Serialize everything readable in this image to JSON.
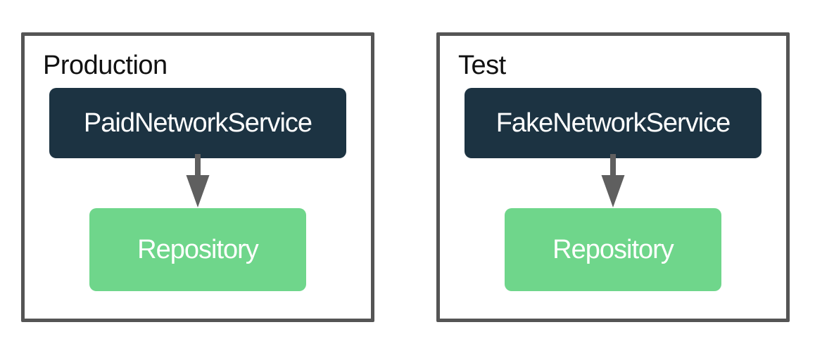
{
  "diagram": {
    "panels": [
      {
        "id": "production",
        "label": "Production",
        "service_label": "PaidNetworkService",
        "repository_label": "Repository"
      },
      {
        "id": "test",
        "label": "Test",
        "service_label": "FakeNetworkService",
        "repository_label": "Repository"
      }
    ],
    "colors": {
      "background": "#ffffff",
      "panel_border": "#555555",
      "service_box": "#1c3342",
      "repository_box": "#6fd68b",
      "arrow": "#5f5f5f",
      "text_dark": "#111111",
      "text_light": "#ffffff"
    }
  }
}
